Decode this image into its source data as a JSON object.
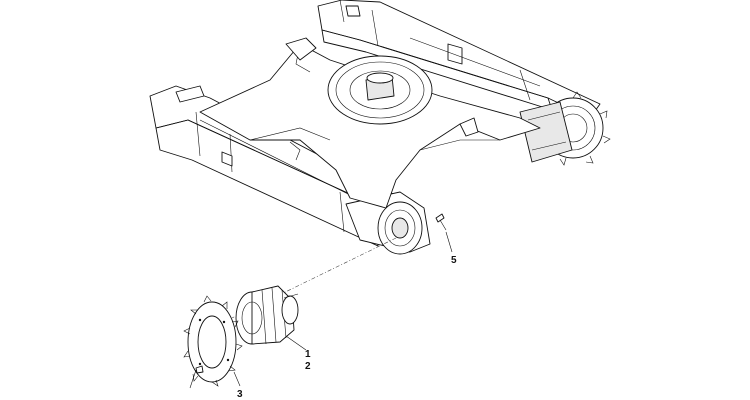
{
  "diagram": {
    "callouts": [
      {
        "id": "1",
        "label": "1"
      },
      {
        "id": "2",
        "label": "2"
      },
      {
        "id": "3",
        "label": "3"
      },
      {
        "id": "5",
        "label": "5"
      }
    ]
  }
}
